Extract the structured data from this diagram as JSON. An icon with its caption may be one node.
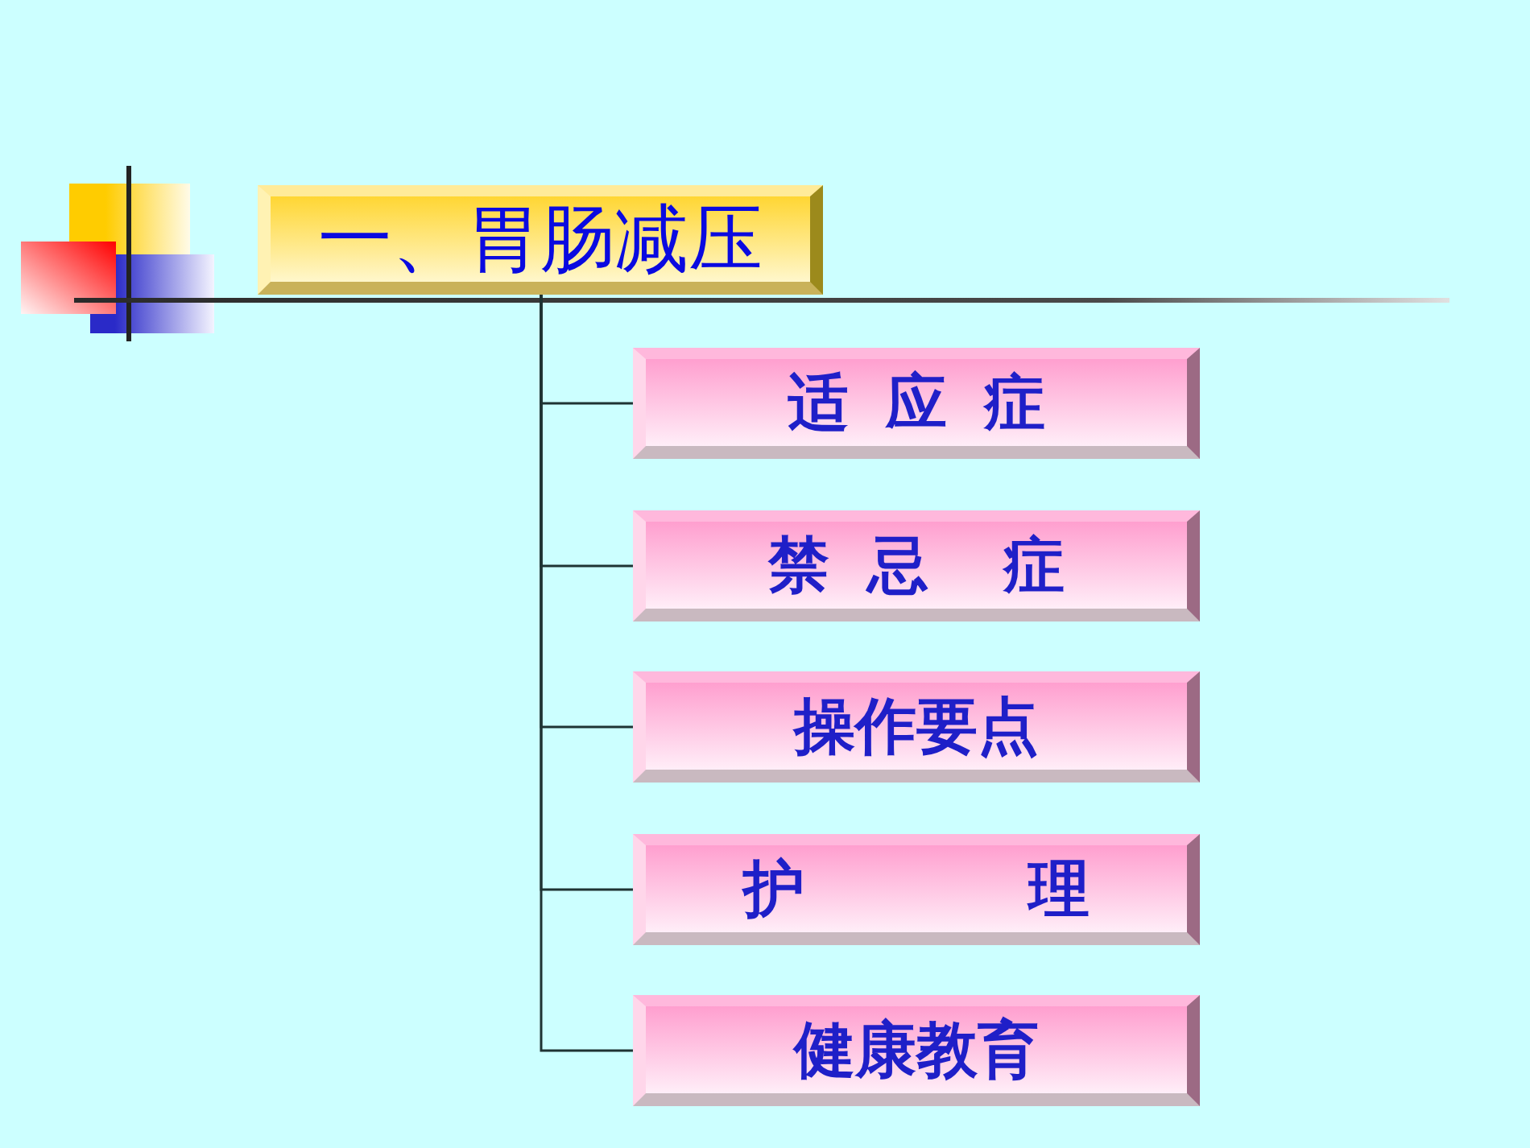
{
  "diagram": {
    "nodes": [
      {
        "text": [
          "一、胃肠减压"
        ]
      },
      {
        "text": [
          "适 应 症"
        ]
      },
      {
        "text": [
          "禁 忌  症"
        ]
      },
      {
        "text": [
          "操作要点"
        ]
      },
      {
        "text": [
          "护      理"
        ]
      },
      {
        "text": [
          "健康教育"
        ]
      }
    ],
    "edges": [
      {
        "from": 0,
        "to": 1,
        "arrow": "none"
      },
      {
        "from": 0,
        "to": 2,
        "arrow": "none"
      },
      {
        "from": 0,
        "to": 3,
        "arrow": "none"
      },
      {
        "from": 0,
        "to": 4,
        "arrow": "none"
      },
      {
        "from": 0,
        "to": 5,
        "arrow": "none"
      }
    ]
  }
}
